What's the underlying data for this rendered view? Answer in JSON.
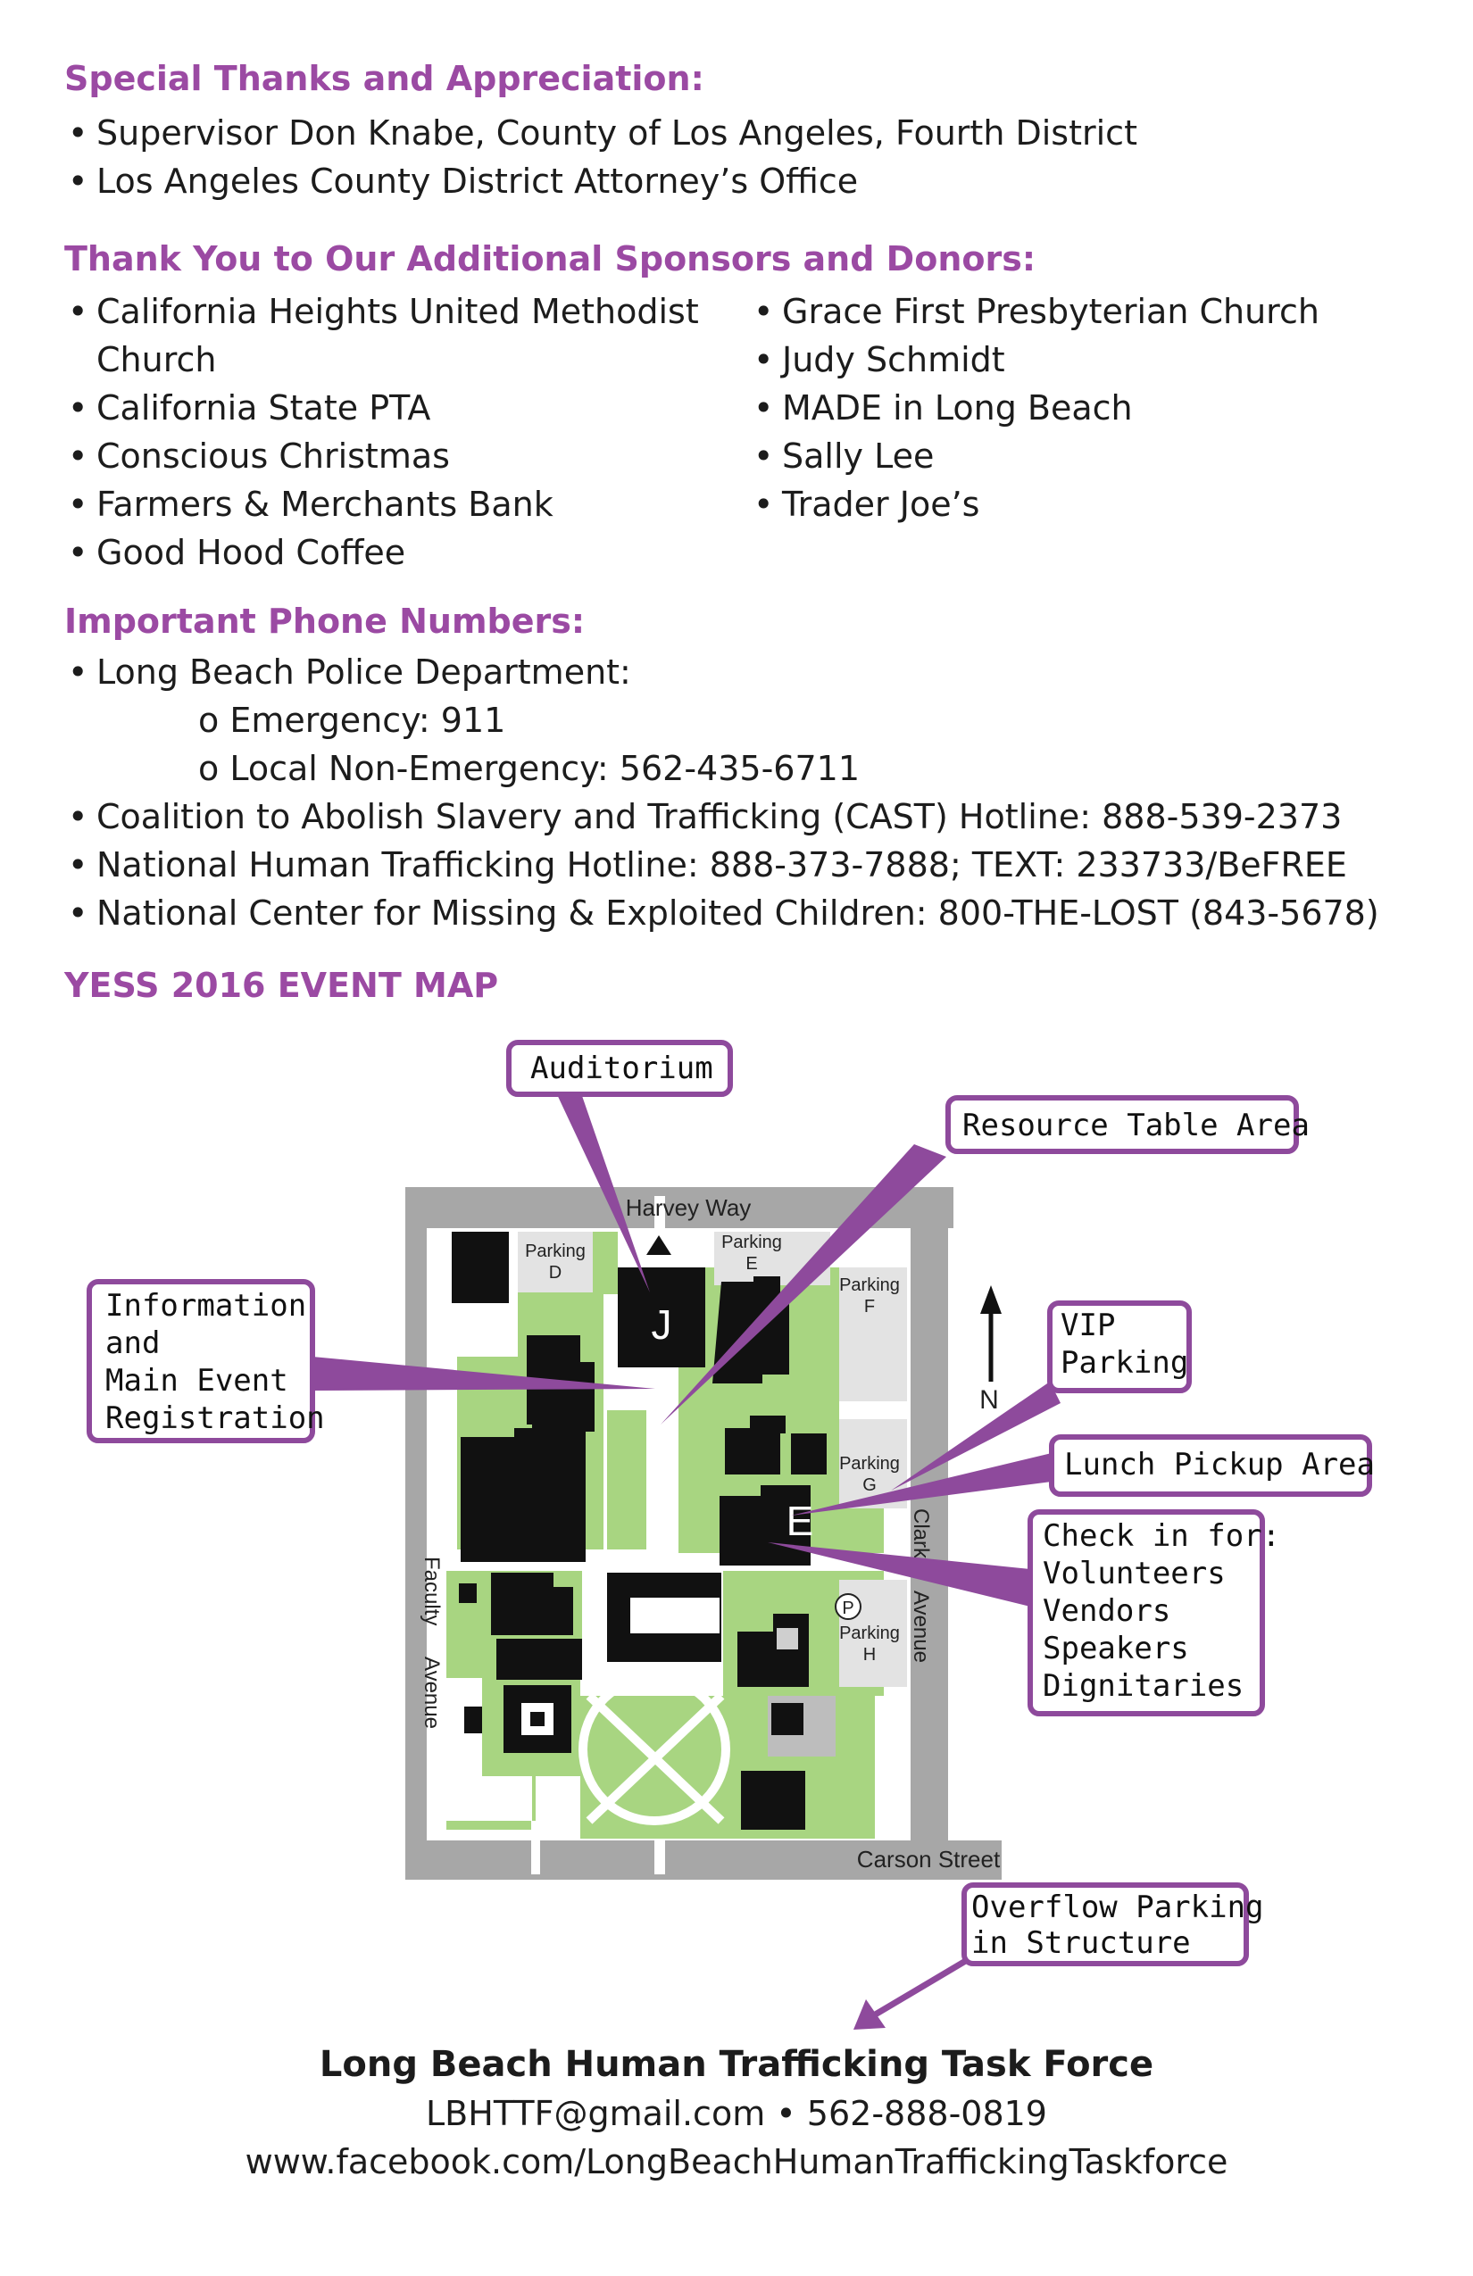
{
  "thanks": {
    "heading": "Special Thanks and Appreciation:",
    "items": [
      "Supervisor Don Knabe, County of Los Angeles, Fourth District",
      "Los Angeles County District Attorney’s Office"
    ]
  },
  "sponsors": {
    "heading": "Thank You to Our Additional Sponsors and Donors:",
    "left": [
      "California Heights United Methodist Church",
      "California State PTA",
      "Conscious Christmas",
      "Farmers & Merchants Bank",
      "Good Hood Coffee"
    ],
    "right": [
      "Grace First Presbyterian Church",
      "Judy Schmidt",
      "MADE in Long Beach",
      "Sally Lee",
      "Trader Joe’s"
    ]
  },
  "phones": {
    "heading": "Important Phone Numbers:",
    "police": "Long Beach Police Department:",
    "police_sub": [
      "Emergency: 911",
      "Local Non-Emergency: 562-435-6711"
    ],
    "items": [
      "Coalition to Abolish Slavery and Trafficking (CAST) Hotline: 888-539-2373",
      "National Human Trafficking Hotline: 888-373-7888; TEXT: 233733/BeFREE",
      "National Center for Missing & Exploited Children: 800-THE-LOST (843-5678)"
    ]
  },
  "map": {
    "heading": "YESS 2016 EVENT MAP",
    "accent_color": "#8e4a9c",
    "green_color": "#a8d581",
    "street_color": "#a7a7a7",
    "building_color": "#111111",
    "callouts": {
      "auditorium": "Auditorium",
      "resource": "Resource Table Area",
      "info": [
        "Information",
        "and",
        "Main Event",
        "Registration"
      ],
      "vip": [
        "VIP",
        "Parking"
      ],
      "lunch": "Lunch Pickup Area",
      "checkin": [
        "Check in for:",
        "Volunteers",
        "Vendors",
        "Speakers",
        "Dignitaries"
      ],
      "overflow": [
        "Overflow Parking",
        "in Structure"
      ]
    },
    "streets": {
      "north": "Harvey Way",
      "south": "Carson Street",
      "west_top": "Faculty",
      "west_bottom": "Avenue",
      "east_top": "Clark",
      "east_bottom": "Avenue"
    },
    "lots": {
      "d": [
        "Parking",
        "D"
      ],
      "e": [
        "Parking",
        "E"
      ],
      "f": [
        "Parking",
        "F"
      ],
      "g": [
        "Parking",
        "G"
      ],
      "h": [
        "Parking",
        "H"
      ]
    },
    "building_j": "J",
    "building_e": "E",
    "parking_symbol": "P",
    "north_label": "N"
  },
  "footer": {
    "title": "Long Beach Human Trafficking Task Force",
    "contact": "LBHTTF@gmail.com • 562-888-0819",
    "web": "www.facebook.com/LongBeachHumanTraffickingTaskforce"
  }
}
